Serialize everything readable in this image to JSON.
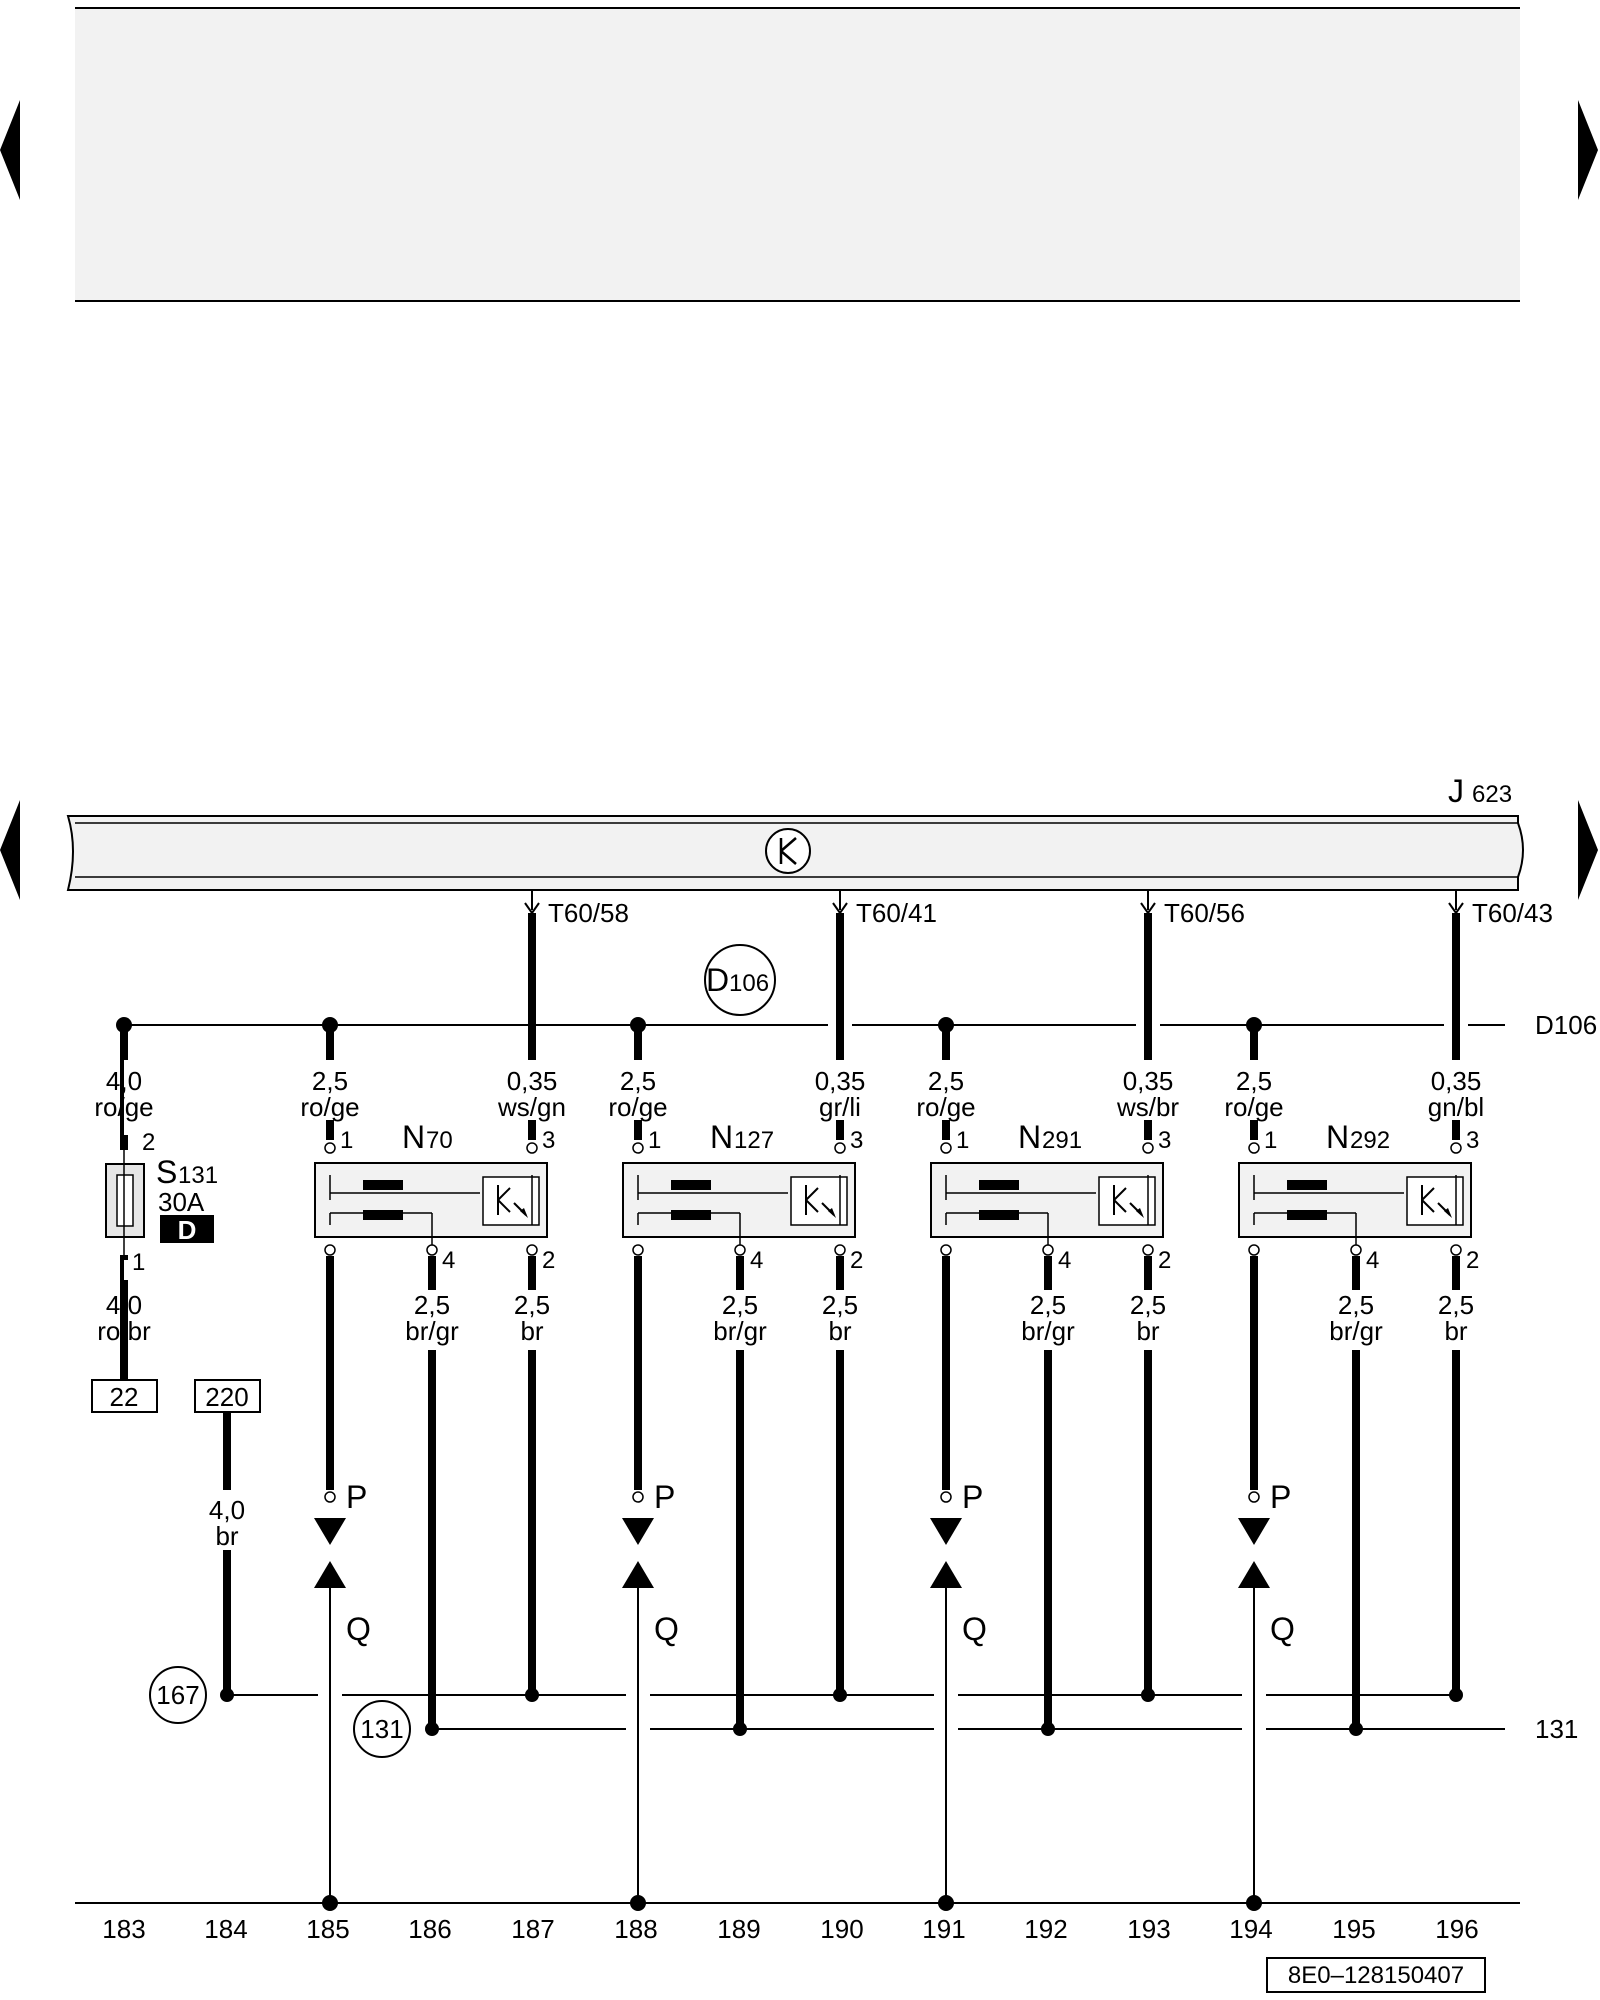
{
  "control_unit": {
    "letter": "J",
    "number": "623"
  },
  "connectors": [
    "T60/58",
    "T60/41",
    "T60/56",
    "T60/43"
  ],
  "bus_ref": {
    "letter": "D",
    "number": "106",
    "line_label": "D106"
  },
  "fuse": {
    "letter": "S",
    "number": "131",
    "rating": "30A",
    "location": "D",
    "pin_top": "2",
    "pin_bottom": "1",
    "wire_top": {
      "size": "4,0",
      "color": "ro/ge"
    },
    "wire_bottom": {
      "size": "4,0",
      "color": "ro/br"
    },
    "ref_box": "22"
  },
  "ground_feed": {
    "ref_box": "220",
    "size": "4,0",
    "color": "br"
  },
  "valves": [
    {
      "letter": "N",
      "number": "70",
      "wire1": {
        "size": "2,5",
        "color": "ro/ge"
      },
      "wire3": {
        "size": "0,35",
        "color": "ws/gn"
      },
      "wire4": {
        "size": "2,5",
        "color": "br/gr"
      },
      "wire2": {
        "size": "2,5",
        "color": "br"
      },
      "pins": [
        "1",
        "3",
        "4",
        "2"
      ]
    },
    {
      "letter": "N",
      "number": "127",
      "wire1": {
        "size": "2,5",
        "color": "ro/ge"
      },
      "wire3": {
        "size": "0,35",
        "color": "gr/li"
      },
      "wire4": {
        "size": "2,5",
        "color": "br/gr"
      },
      "wire2": {
        "size": "2,5",
        "color": "br"
      },
      "pins": [
        "1",
        "3",
        "4",
        "2"
      ]
    },
    {
      "letter": "N",
      "number": "291",
      "wire1": {
        "size": "2,5",
        "color": "ro/ge"
      },
      "wire3": {
        "size": "0,35",
        "color": "ws/br"
      },
      "wire4": {
        "size": "2,5",
        "color": "br/gr"
      },
      "wire2": {
        "size": "2,5",
        "color": "br"
      },
      "pins": [
        "1",
        "3",
        "4",
        "2"
      ]
    },
    {
      "letter": "N",
      "number": "292",
      "wire1": {
        "size": "2,5",
        "color": "ro/ge"
      },
      "wire3": {
        "size": "0,35",
        "color": "gn/bl"
      },
      "wire4": {
        "size": "2,5",
        "color": "br/gr"
      },
      "wire2": {
        "size": "2,5",
        "color": "br"
      },
      "pins": [
        "1",
        "3",
        "4",
        "2"
      ]
    }
  ],
  "pq_labels": {
    "p": "P",
    "q": "Q"
  },
  "ground_refs": {
    "ref_167": "167",
    "ref_131": "131",
    "line_label_131": "131"
  },
  "track_numbers": [
    "183",
    "184",
    "185",
    "186",
    "187",
    "188",
    "189",
    "190",
    "191",
    "192",
    "193",
    "194",
    "195",
    "196"
  ],
  "document_id": "8E0–128150407"
}
